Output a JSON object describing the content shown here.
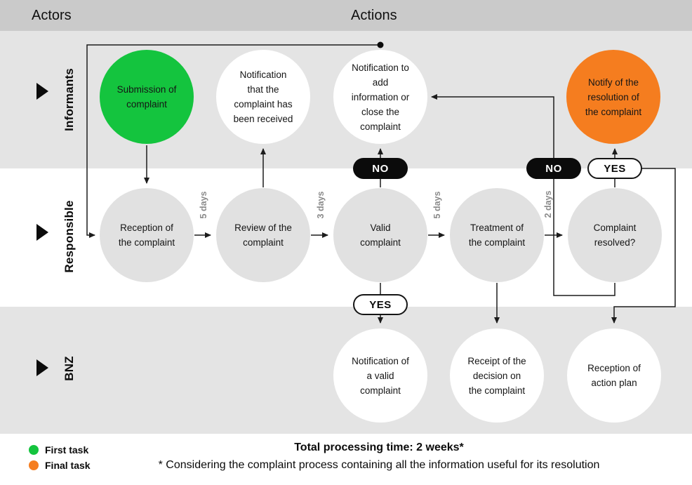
{
  "header": {
    "actors_label": "Actors",
    "actions_label": "Actions"
  },
  "lanes": [
    {
      "id": "informants",
      "label": "Informants"
    },
    {
      "id": "responsible",
      "label": "Responsible"
    },
    {
      "id": "bnz",
      "label": "BNZ"
    }
  ],
  "nodes": {
    "submission": {
      "label": "Submission of\ncomplaint",
      "role": "first-task"
    },
    "notif_received": {
      "label": "Notification\nthat the\ncomplaint has\nbeen received"
    },
    "notif_add": {
      "label": "Notification to\nadd\ninformation or\nclose the\ncomplaint"
    },
    "notify_resolution": {
      "label": "Notify of the\nresolution of\nthe complaint",
      "role": "final-task"
    },
    "reception": {
      "label": "Reception of\nthe complaint"
    },
    "review": {
      "label": "Review of the\ncomplaint"
    },
    "valid": {
      "label": "Valid\ncomplaint"
    },
    "treatment": {
      "label": "Treatment of\nthe complaint"
    },
    "resolved": {
      "label": "Complaint\nresolved?"
    },
    "notif_valid": {
      "label": "Notification of\na valid\ncomplaint"
    },
    "receipt_decision": {
      "label": "Receipt of the\ndecision on\nthe complaint"
    },
    "action_plan": {
      "label": "Reception of\naction plan"
    }
  },
  "decisions": {
    "valid_no": "NO",
    "valid_yes": "YES",
    "resolved_no": "NO",
    "resolved_yes": "YES"
  },
  "durations": {
    "reception_review": "5 days",
    "review_valid": "3 days",
    "valid_treatment": "5 days",
    "treatment_resolved": "2 days"
  },
  "legend": [
    {
      "label": "First task",
      "color": "#14c43e"
    },
    {
      "label": "Final task",
      "color": "#f57d1f"
    }
  ],
  "footer": {
    "total_line": "Total processing time: 2 weeks*",
    "note_line": "* Considering the complaint process containing all the information useful for its resolution"
  },
  "colors": {
    "header_gray": "#cacaca",
    "lane_gray": "#e4e4e4",
    "node_gray": "#e1e1e1",
    "first_task_green": "#14c43e",
    "final_task_orange": "#f57d1f",
    "line_black": "#1c1c1c",
    "duration_gray": "#8a8a8a"
  }
}
